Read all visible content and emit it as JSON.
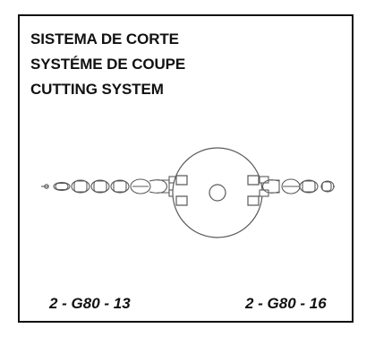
{
  "title_lines": [
    "SISTEMA DE CORTE",
    "SYSTÉME DE COUPE",
    "CUTTING SYSTEM"
  ],
  "left_code": "2 - G80 - 13",
  "right_code": "2 - G80 - 16",
  "diagram": {
    "subject": "cutting-chain-system",
    "line_color": "#5a5a5a",
    "background": "#ffffff"
  }
}
